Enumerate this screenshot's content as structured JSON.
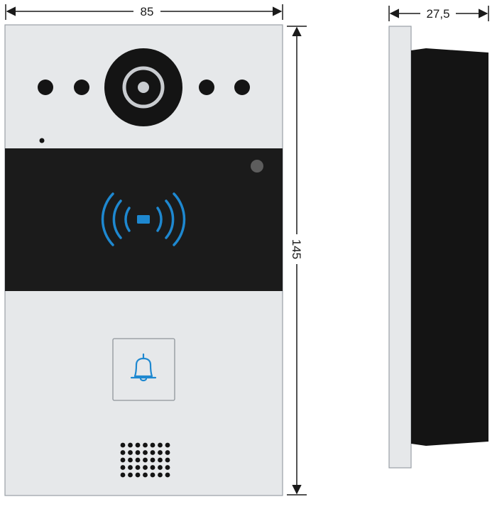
{
  "dimensions": {
    "front_width": "85",
    "front_height": "145",
    "side_depth": "27,5"
  },
  "colors": {
    "panel": "#e6e8ea",
    "panel_edge": "#9aa0a6",
    "band": "#1b1b1b",
    "accent": "#1e88d0",
    "dark": "#141414",
    "line": "#1a1a1a"
  },
  "icons": {
    "rfid_symbol": "rfid-waves-icon",
    "call_button": "bell-icon"
  },
  "features": {
    "speaker_grille": {
      "rows": 5,
      "cols": 7
    }
  }
}
